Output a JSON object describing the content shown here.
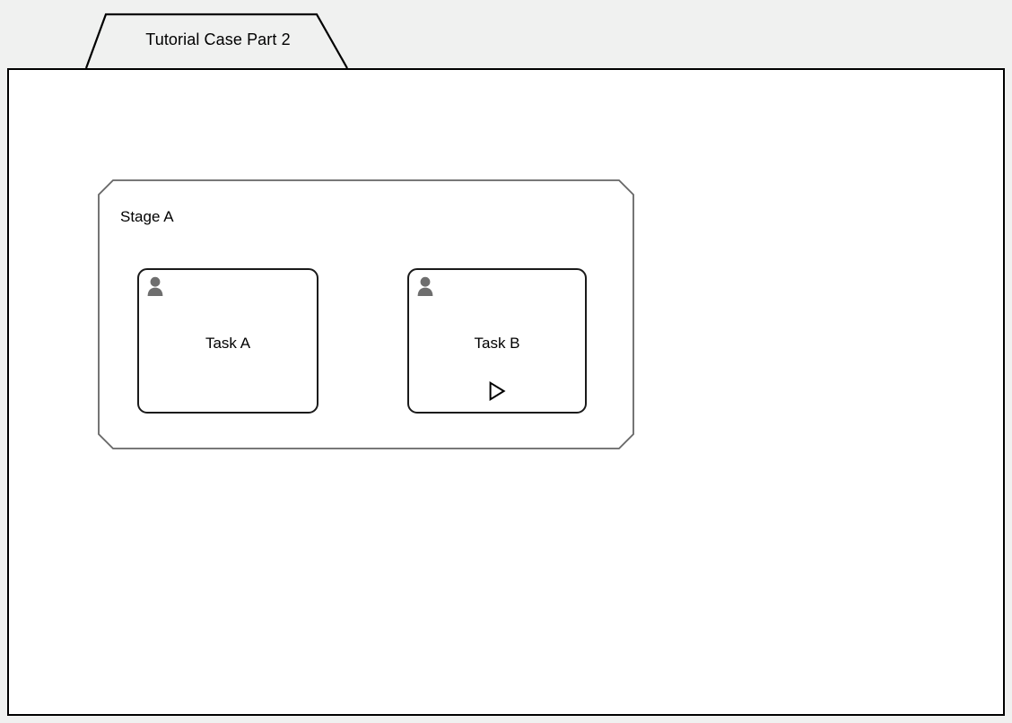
{
  "tab": {
    "label": "Tutorial Case Part 2"
  },
  "canvas": {
    "background": "#ffffff",
    "border_color": "#000000"
  },
  "stage": {
    "title": "Stage A",
    "border_color": "#666666",
    "background": "#ffffff",
    "tasks": [
      {
        "label": "Task A",
        "icon": "person-icon",
        "has_play_icon": false,
        "border_color": "#1a1a1a"
      },
      {
        "label": "Task B",
        "icon": "person-icon",
        "has_play_icon": true,
        "play_icon": "play-triangle-icon",
        "border_color": "#1a1a1a"
      }
    ]
  },
  "theme": {
    "page_background": "#f0f1f0",
    "icon_gray": "#6e6e6e"
  }
}
